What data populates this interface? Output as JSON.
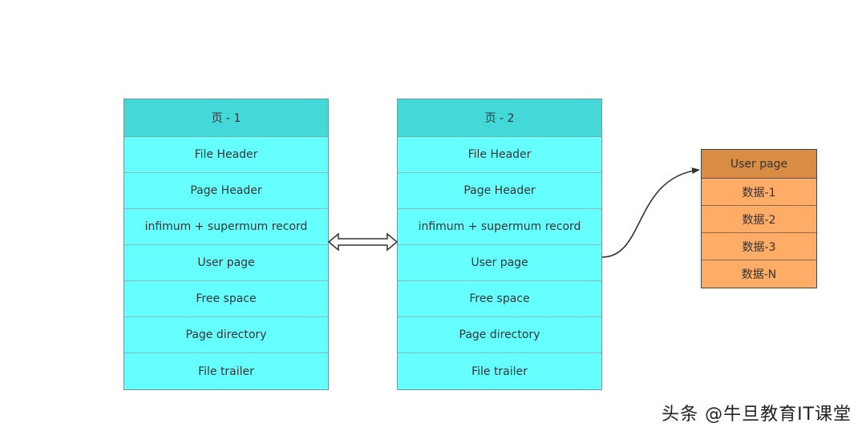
{
  "page1": {
    "title": "页 - 1",
    "rows": [
      "File Header",
      "Page Header",
      "infimum + supermum record",
      "User page",
      "Free space",
      "Page directory",
      "File trailer"
    ]
  },
  "page2": {
    "title": "页 - 2",
    "rows": [
      "File Header",
      "Page Header",
      "infimum + supermum record",
      "User page",
      "Free space",
      "Page directory",
      "File trailer"
    ]
  },
  "user_page": {
    "title": "User page",
    "rows": [
      "数据-1",
      "数据-2",
      "数据-3",
      "数据-N"
    ]
  },
  "colors": {
    "page_header_fill": "#44d8d8",
    "page_row_fill": "#66ffff",
    "user_page_header_fill": "#d98d44",
    "user_page_row_fill": "#ffad66"
  },
  "watermark": "头条 @牛旦教育IT课堂"
}
